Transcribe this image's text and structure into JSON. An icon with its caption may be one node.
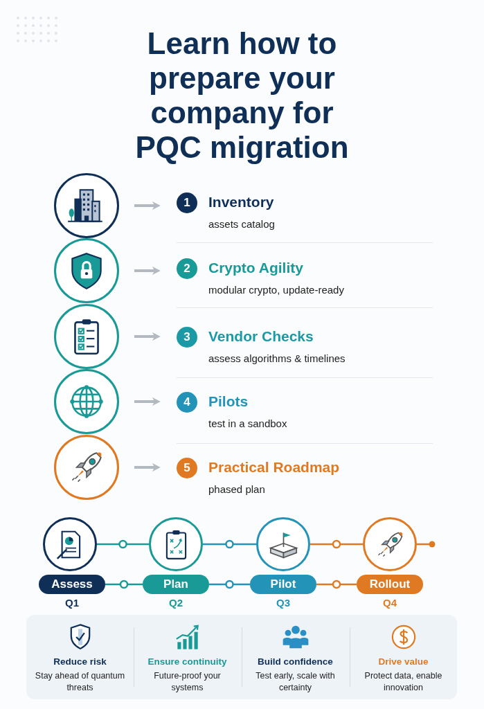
{
  "diagram": {
    "title": "Learn how to prepare your company for PQC migration",
    "nodes": [
      {
        "text": [],
        "shape": "picture"
      },
      {
        "text": [
          "1",
          "Inventory",
          "assets catalog"
        ]
      },
      {
        "text": [],
        "shape": "picture"
      },
      {
        "text": [
          "2",
          "Crypto Agility",
          "modular crypto, update-ready"
        ]
      },
      {
        "text": [],
        "shape": "picture"
      },
      {
        "text": [
          "3",
          "Vendor Checks",
          "assess algorithms & timelines"
        ]
      },
      {
        "text": [],
        "shape": "picture"
      },
      {
        "text": [
          "4",
          "Pilots",
          "test in a sandbox"
        ]
      },
      {
        "text": [],
        "shape": "picture"
      },
      {
        "text": [
          "5",
          "Practical Roadmap",
          "phased plan"
        ]
      },
      {
        "text": [],
        "shape": "picture"
      },
      {
        "text": [
          "Assess"
        ],
        "beside": [
          "Q1"
        ]
      },
      {
        "text": [],
        "shape": "picture"
      },
      {
        "text": [
          "Plan"
        ],
        "beside": [
          "Q2"
        ]
      },
      {
        "text": [],
        "shape": "picture"
      },
      {
        "text": [
          "Pilot"
        ],
        "beside": [
          "Q3"
        ]
      },
      {
        "text": [],
        "shape": "picture"
      },
      {
        "text": [
          "Rollout"
        ],
        "beside": [
          "Q4"
        ]
      },
      {
        "text": [],
        "shape": "box"
      },
      {
        "text": [
          "Reduce risk",
          "Stay ahead of quantum threats"
        ],
        "in": 18
      },
      {
        "text": [
          "Ensure continuity",
          "Future-proof your systems"
        ],
        "in": 18
      },
      {
        "text": [
          "Build confidence",
          "Test early, scale with certainty"
        ],
        "in": 18
      },
      {
        "text": [
          "Drive value",
          "Protect data, enable innovation"
        ],
        "in": 18
      }
    ],
    "edges": [
      {
        "from": 0,
        "to": 1,
        "arrow": "to"
      },
      {
        "from": 2,
        "to": 3,
        "arrow": "to"
      },
      {
        "from": 4,
        "to": 5,
        "arrow": "to"
      },
      {
        "from": 6,
        "to": 7,
        "arrow": "to"
      },
      {
        "from": 8,
        "to": 9,
        "arrow": "to"
      },
      {
        "from": 10,
        "to": 12,
        "arrow": "none",
        "color": "#1a9a96"
      },
      {
        "from": 12,
        "to": 14,
        "arrow": "none",
        "color": "#2393b8"
      },
      {
        "from": 14,
        "to": 16,
        "arrow": "none",
        "color": "#e07a22"
      },
      {
        "from": 16,
        "to": null,
        "arrow": "other",
        "color": "#e07a22"
      },
      {
        "from": 11,
        "to": 13,
        "arrow": "none",
        "color": "#1a9a96"
      },
      {
        "from": 13,
        "to": 15,
        "arrow": "none",
        "color": "#2393b8"
      },
      {
        "from": 15,
        "to": 17,
        "arrow": "none",
        "color": "#e07a22"
      }
    ]
  }
}
